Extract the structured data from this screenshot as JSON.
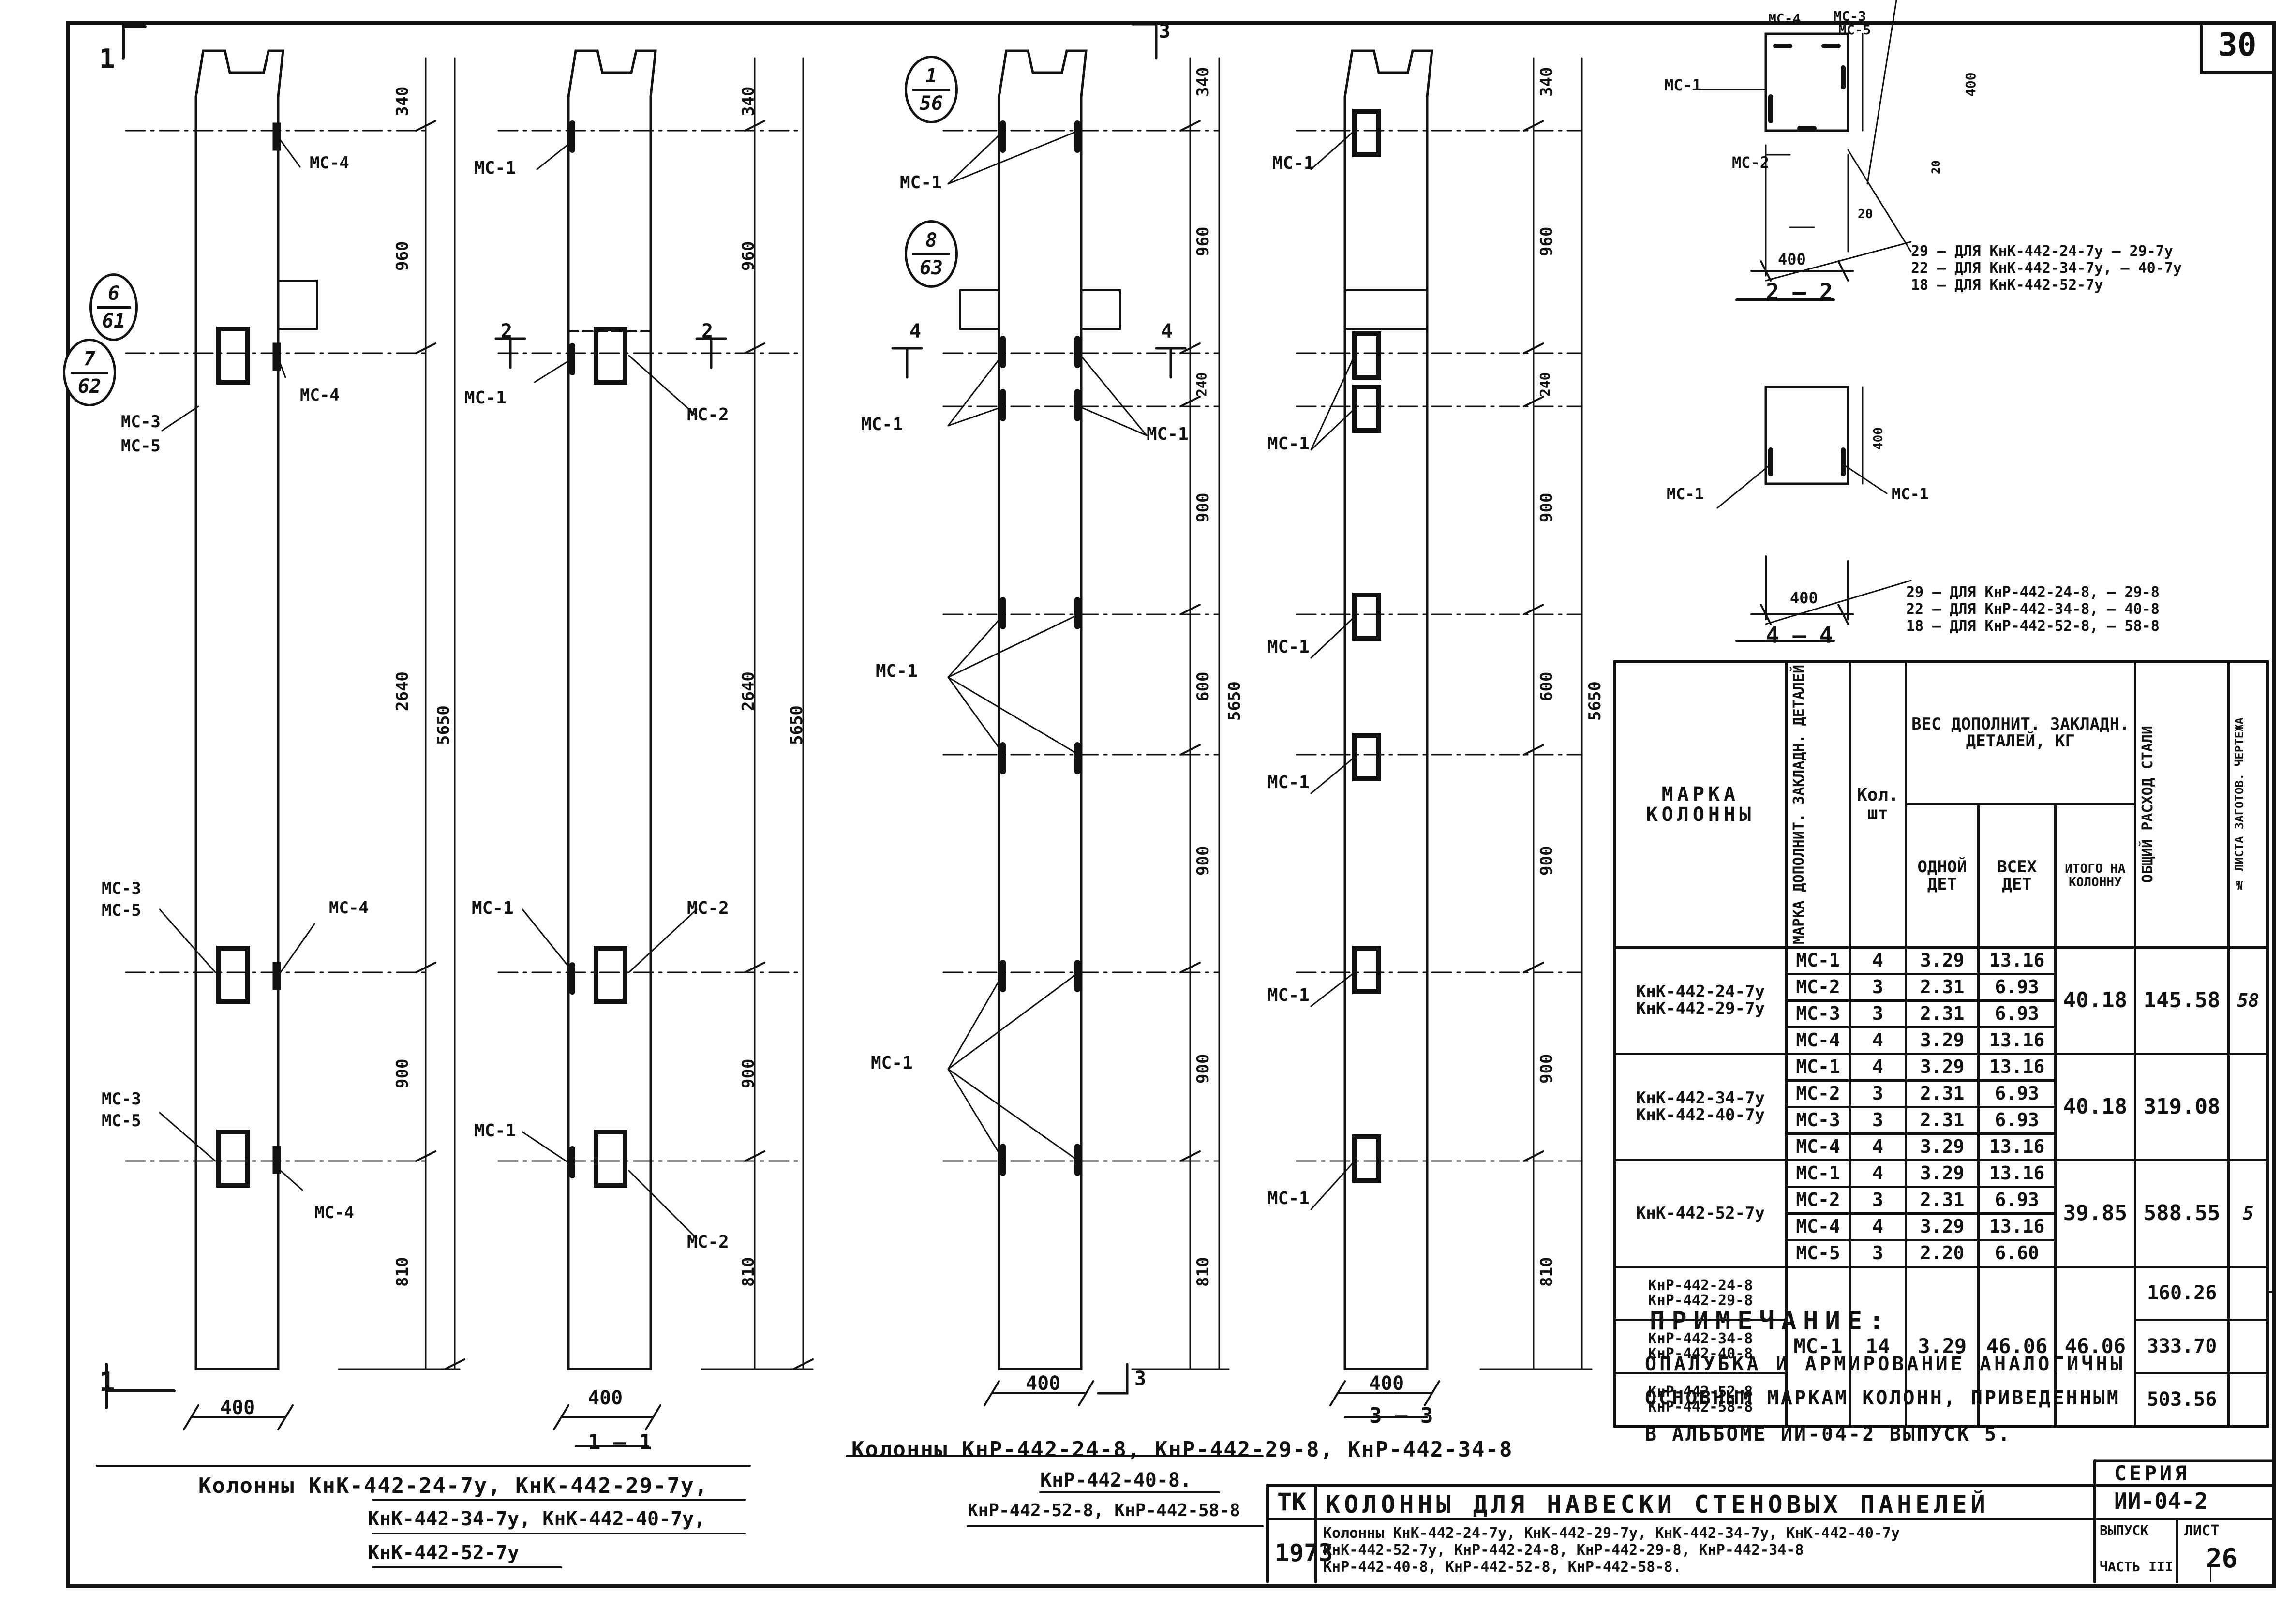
{
  "page_number": "30",
  "column_set_1": {
    "caption_lines": [
      "Колонны КнК-442-24-7у, КнК-442-29-7у,",
      "КнК-442-34-7у, КнК-442-40-7у,",
      "КнК-442-52-7у"
    ],
    "dims": [
      "340",
      "960",
      "2640",
      "5650",
      "900",
      "810",
      "400"
    ],
    "callouts": [
      "МС-4",
      "МС-4",
      "МС-3",
      "МС-5",
      "МС-4",
      "МС-3",
      "МС-5",
      "МС-3",
      "МС-5",
      "МС-4"
    ],
    "details": [
      {
        "top": "6",
        "bottom": "61"
      },
      {
        "top": "7",
        "bottom": "62"
      }
    ],
    "section_marks": [
      "1",
      "1"
    ]
  },
  "column_set_2": {
    "dims": [
      "340",
      "960",
      "2640",
      "5650",
      "900",
      "810",
      "400"
    ],
    "callouts": [
      "МС-1",
      "МС-1",
      "МС-2",
      "МС-1",
      "МС-2",
      "МС-1",
      "МС-2"
    ],
    "section_caption": "1 – 1",
    "section_marks": [
      "2",
      "2"
    ]
  },
  "column_set_3": {
    "caption_lines": [
      "Колонны КнР-442-24-8, КнР-442-29-8, КнР-442-34-8",
      "КнР-442-40-8.",
      "КнР-442-52-8, КнР-442-58-8"
    ],
    "dims": [
      "340",
      "960",
      "240",
      "900",
      "600",
      "900",
      "900",
      "810",
      "5650",
      "400"
    ],
    "callouts": [
      "МС-1",
      "МС-1",
      "МС-1",
      "МС-1",
      "МС-1"
    ],
    "details": [
      {
        "top": "1",
        "bottom": "56"
      },
      {
        "top": "8",
        "bottom": "63"
      }
    ],
    "section_marks": [
      "3",
      "3",
      "4",
      "4"
    ]
  },
  "column_set_4": {
    "dims": [
      "340",
      "960",
      "240",
      "900",
      "600",
      "900",
      "900",
      "810",
      "5650",
      "400"
    ],
    "callouts": [
      "МС-1",
      "МС-1",
      "МС-1",
      "МС-1",
      "МС-1",
      "МС-1"
    ],
    "section_caption": "3 – 3"
  },
  "section_2_2": {
    "caption": "2 – 2",
    "labels": [
      "МС-4",
      "МС-3",
      "МС-5",
      "МС-1",
      "МС-2"
    ],
    "dims": [
      "400",
      "20",
      "400",
      "20"
    ],
    "notes": [
      "29 – ДЛЯ КнК-442-24-7у – 29-7у",
      "22 – ДЛЯ КнК-442-34-7у, – 40-7у",
      "18 – ДЛЯ КнК-442-52-7у"
    ]
  },
  "section_4_4": {
    "caption": "4 – 4",
    "labels": [
      "МС-1",
      "МС-1"
    ],
    "dims": [
      "400",
      "400"
    ],
    "notes": [
      "29 – ДЛЯ КнР-442-24-8, – 29-8",
      "22 – ДЛЯ КнР-442-34-8, – 40-8",
      "18 – ДЛЯ КнР-442-52-8, – 58-8"
    ]
  },
  "spec_table": {
    "headers": {
      "marka": "МАРКА КОЛОННЫ",
      "marka_detail": "МАРКА ДОПОЛНИТ. ЗАКЛАДН. ДЕТАЛЕЙ",
      "kol": "Кол. шт",
      "ves": "ВЕС ДОПОЛНИТ. ЗАКЛАДН. ДЕТАЛЕЙ, КГ",
      "odnoy": "ОДНОЙ ДЕТ",
      "vseh": "ВСЕХ ДЕТ",
      "itogo": "ИТОГО НА КОЛОННУ",
      "obsh": "ОБЩИЙ РАСХОД СТАЛИ",
      "nomer": "№ ЛИСТА ЗАГОТОВ. ЧЕРТЕЖА"
    },
    "groups": [
      {
        "marks": [
          "КнК-442-24-7у",
          "КнК-442-29-7у"
        ],
        "total": "40.18",
        "steel": "145.58",
        "sheet": "58",
        "rows": [
          [
            "МС-1",
            "4",
            "3.29",
            "13.16"
          ],
          [
            "МС-2",
            "3",
            "2.31",
            "6.93"
          ],
          [
            "МС-3",
            "3",
            "2.31",
            "6.93"
          ],
          [
            "МС-4",
            "4",
            "3.29",
            "13.16"
          ]
        ]
      },
      {
        "marks": [
          "КнК-442-34-7у",
          "КнК-442-40-7у"
        ],
        "total": "40.18",
        "steel": "319.08",
        "sheet": "",
        "rows": [
          [
            "МС-1",
            "4",
            "3.29",
            "13.16"
          ],
          [
            "МС-2",
            "3",
            "2.31",
            "6.93"
          ],
          [
            "МС-3",
            "3",
            "2.31",
            "6.93"
          ],
          [
            "МС-4",
            "4",
            "3.29",
            "13.16"
          ]
        ]
      },
      {
        "marks": [
          "КнК-442-52-7у"
        ],
        "total": "39.85",
        "steel": "588.55",
        "sheet": "5",
        "rows": [
          [
            "МС-1",
            "4",
            "3.29",
            "13.16"
          ],
          [
            "МС-2",
            "3",
            "2.31",
            "6.93"
          ],
          [
            "МС-4",
            "4",
            "3.29",
            "13.16"
          ],
          [
            "МС-5",
            "3",
            "2.20",
            "6.60"
          ]
        ]
      }
    ],
    "knr": {
      "detail": "МС-1",
      "qty": "14",
      "one": "3.29",
      "all": "46.06",
      "total": "46.06",
      "sub": [
        {
          "marks": [
            "КнР-442-24-8",
            "КнР-442-29-8"
          ],
          "steel": "160.26"
        },
        {
          "marks": [
            "КнР-442-34-8",
            "КнР-442-40-8"
          ],
          "steel": "333.70"
        },
        {
          "marks": [
            "КнР-442-52-8",
            "КнР-442-58-8"
          ],
          "steel": "503.56"
        }
      ]
    }
  },
  "note": {
    "heading": "ПРИМЕЧАНИЕ:",
    "lines": [
      "ОПАЛУБКА И АРМИРОВАНИЕ АНАЛОГИЧНЫ",
      "ОСНОВНЫМ МАРКАМ КОЛОНН, ПРИВЕДЕННЫМ",
      "В АЛЬБОМЕ ИИ-04-2 ВЫПУСК 5."
    ]
  },
  "title_block": {
    "tk": "ТК",
    "year": "1973",
    "title": "КОЛОННЫ ДЛЯ НАВЕСКИ СТЕНОВЫХ ПАНЕЛЕЙ",
    "subtitle_lines": [
      "Колонны КнК-442-24-7у, КнК-442-29-7у, КнК-442-34-7у, КнК-442-40-7у",
      "КнК-442-52-7у, КнР-442-24-8, КнР-442-29-8, КнР-442-34-8",
      "КнР-442-40-8, КнР-442-52-8, КнР-442-58-8."
    ],
    "seria_label": "СЕРИЯ",
    "seria": "ИИ-04-2",
    "vypusk_label": "ВЫПУСК",
    "chast": "ЧАСТЬ III",
    "list_label": "ЛИСТ",
    "list": "26"
  }
}
